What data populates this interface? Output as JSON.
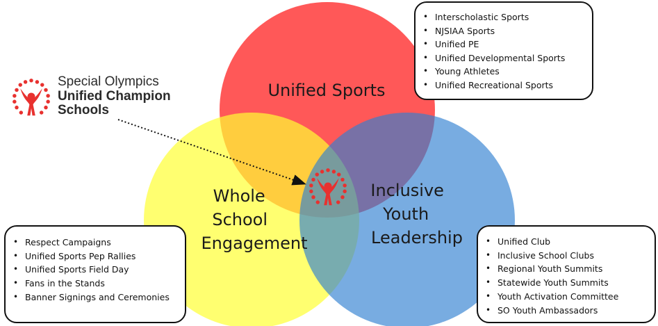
{
  "logo": {
    "line1": "Special Olympics",
    "line2": "Unified Champion",
    "line3": "Schools"
  },
  "circles": [
    {
      "label_lines": [
        "Unified Sports"
      ],
      "color": "#ff3b3b"
    },
    {
      "label_lines": [
        "Whole",
        "School",
        "Engagement"
      ],
      "color": "#ffff33"
    },
    {
      "label_lines": [
        "Inclusive",
        "Youth",
        "Leadership"
      ],
      "color": "#2f7fd1"
    }
  ],
  "boxes": {
    "sports": [
      "Interscholastic Sports",
      "NJSIAA Sports",
      "Unified PE",
      "Unified Developmental Sports",
      "Young Athletes",
      "Unified Recreational Sports"
    ],
    "engagement": [
      "Respect Campaigns",
      "Unified Sports Pep Rallies",
      "Unified Sports Field Day",
      "Fans in the Stands",
      "Banner Signings and Ceremonies"
    ],
    "leadership": [
      "Unified Club",
      "Inclusive School Clubs",
      "Regional Youth Summits",
      "Statewide Youth Summits",
      "Youth Activation Committee",
      "SO Youth Ambassadors"
    ]
  },
  "colors": {
    "brand_red": "#e8312f",
    "text_dark": "#1a1a1a",
    "border": "#111111"
  },
  "icons": {
    "logo_mark": "special-olympics-figure-icon",
    "center_mark": "special-olympics-figure-icon",
    "connector": "dotted-arrow"
  }
}
